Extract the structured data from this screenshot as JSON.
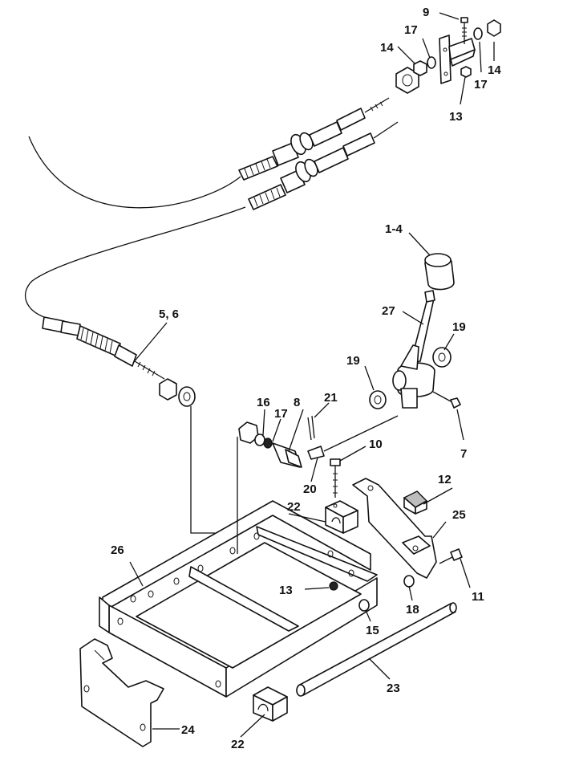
{
  "callouts": {
    "c9": "9",
    "c17a": "17",
    "c14a": "14",
    "c14b": "14",
    "c17b": "17",
    "c13a": "13",
    "c1_4": "1-4",
    "c27": "27",
    "c19a": "19",
    "c19b": "19",
    "c5_6": "5, 6",
    "c16": "16",
    "c8": "8",
    "c21": "21",
    "c17c": "17",
    "c7": "7",
    "c10": "10",
    "c20": "20",
    "c22a": "22",
    "c12": "12",
    "c25": "25",
    "c26": "26",
    "c13b": "13",
    "c11": "11",
    "c18": "18",
    "c15": "15",
    "c23": "23",
    "c24": "24",
    "c22b": "22"
  }
}
